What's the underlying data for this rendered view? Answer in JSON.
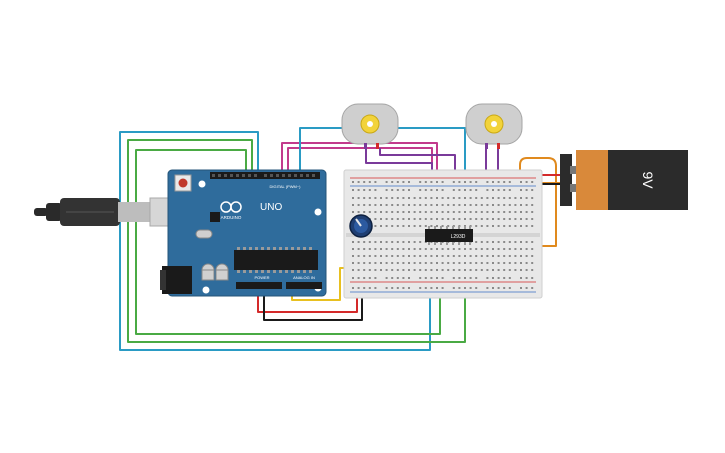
{
  "arduino": {
    "logo_text": "UNO",
    "brand_text": "ARDUINO",
    "digital_header": "DIGITAL (PWM~)",
    "power_header": "POWER",
    "analog_header": "ANALOG IN",
    "color": "#2f6c9c"
  },
  "battery": {
    "label": "9V",
    "color_body": "#2b2b2b",
    "color_band": "#d9893a"
  },
  "driver_chip": {
    "label": "L293D"
  },
  "motors": [
    {
      "name": "dc-motor-left"
    },
    {
      "name": "dc-motor-right"
    }
  ],
  "colors": {
    "wire_blue": "#2a9bc4",
    "wire_green": "#4aaa44",
    "wire_magenta": "#c23a8c",
    "wire_purple": "#7a3a9a",
    "wire_orange": "#e08a1e",
    "wire_red": "#d42a2a",
    "wire_black": "#1a1a1a",
    "wire_yellow": "#e8c020",
    "breadboard": "#e8e8e8"
  }
}
